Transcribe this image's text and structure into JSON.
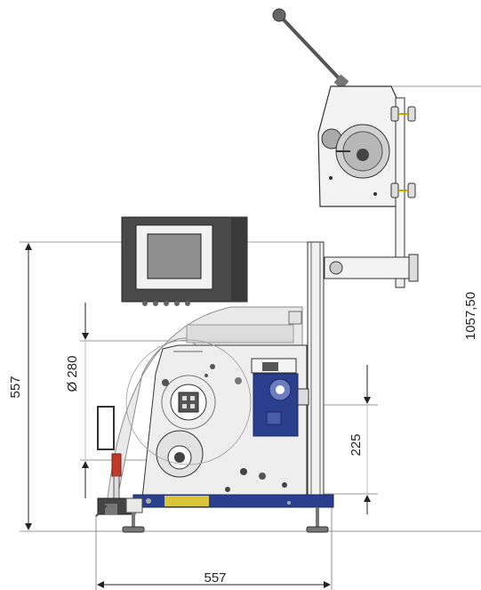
{
  "dimensions": {
    "height_left": "557",
    "width_bottom": "557",
    "diameter_label": "Ø 280",
    "height_small": "225",
    "height_total": "1057,50"
  },
  "colors": {
    "frame_blue": "#2b3f8f",
    "panel_gray": "#eeeeee",
    "monitor_dark": "#4a4a4a",
    "screen_gray": "#8e8e8e",
    "yellow_label": "#d8c53a",
    "red_accent": "#c0392b"
  }
}
